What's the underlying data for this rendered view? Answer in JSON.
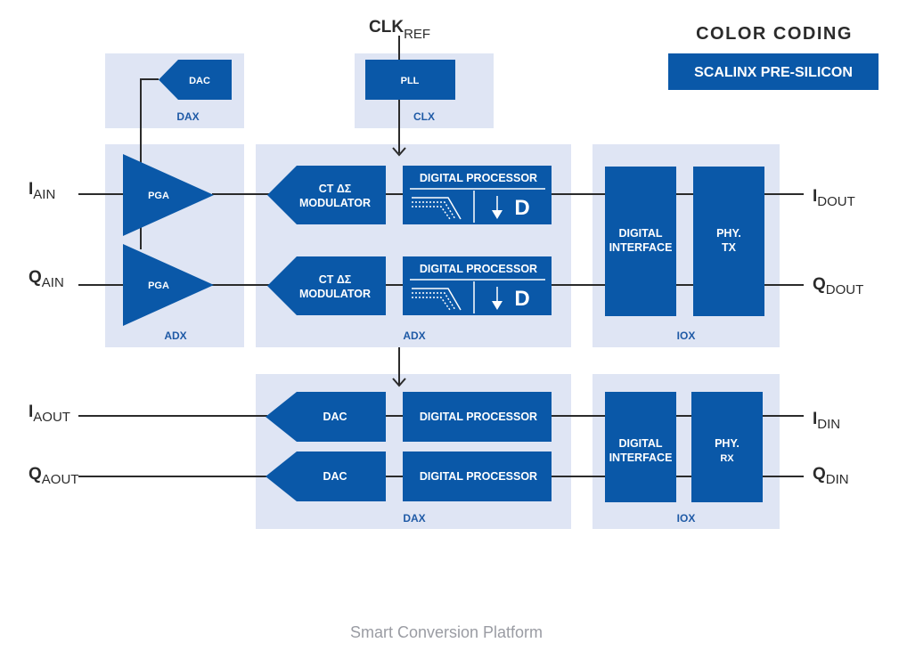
{
  "legend": {
    "title": "COLOR CODING",
    "label": "SCALINX PRE-SILICON",
    "color": "#0a58a8"
  },
  "clock": {
    "label": "CLK",
    "sub": "REF"
  },
  "signals": {
    "i_ain": {
      "main": "I",
      "sub": "AIN"
    },
    "q_ain": {
      "main": "Q",
      "sub": "AIN"
    },
    "i_aout": {
      "main": "I",
      "sub": "AOUT"
    },
    "q_aout": {
      "main": "Q",
      "sub": "AOUT"
    },
    "i_dout": {
      "main": "I",
      "sub": "DOUT"
    },
    "q_dout": {
      "main": "Q",
      "sub": "DOUT"
    },
    "i_din": {
      "main": "I",
      "sub": "DIN"
    },
    "q_din": {
      "main": "Q",
      "sub": "DIN"
    }
  },
  "groups": {
    "dax_top": "DAX",
    "clx": "CLX",
    "adx_left": "ADX",
    "adx_mid": "ADX",
    "iox_top": "IOX",
    "dax_bottom": "DAX",
    "iox_bottom": "IOX"
  },
  "blocks": {
    "dac_top": "DAC",
    "pll": "PLL",
    "pga": "PGA",
    "modulator_line1": "CT ΔΣ",
    "modulator_line2": "MODULATOR",
    "digital_processor": "DIGITAL PROCESSOR",
    "decimation": "D",
    "digital_interface_line1": "DIGITAL",
    "digital_interface_line2": "INTERFACE",
    "phy_tx_line1": "PHY.",
    "phy_tx_line2": "TX",
    "phy_rx_line1": "PHY.",
    "phy_rx_line2": "RX",
    "dac": "DAC"
  },
  "colors": {
    "block": "#0a58a8",
    "group_bg": "#dfe5f4",
    "group_label": "#1f5aa6",
    "wire": "#2b2b2b"
  },
  "caption": "Smart Conversion Platform"
}
